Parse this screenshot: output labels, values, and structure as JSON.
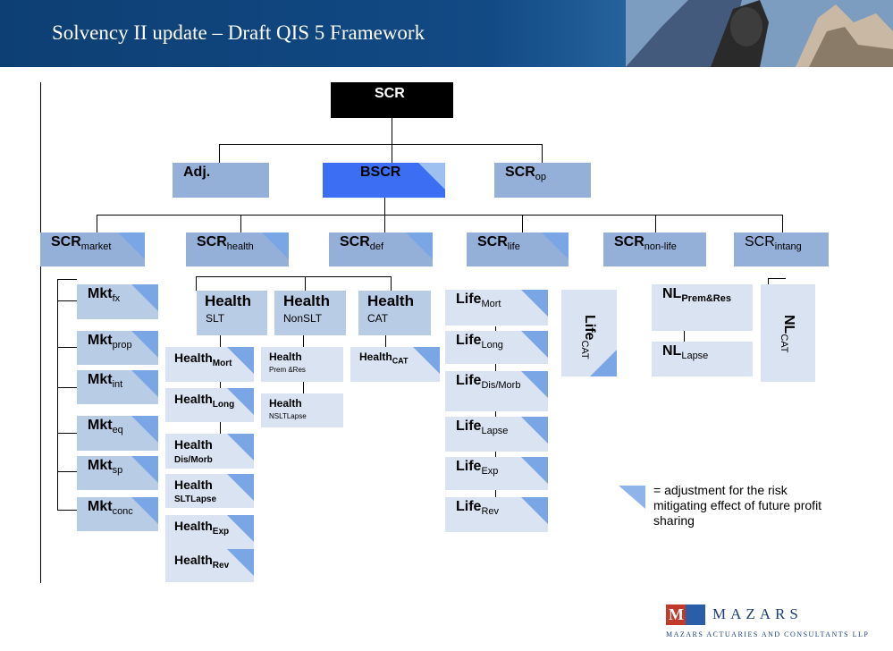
{
  "header": {
    "title": "Solvency II update – Draft QIS 5 Framework"
  },
  "nodes": {
    "scr": "SCR",
    "adj": "Adj.",
    "bscr": "BSCR",
    "scr_op": {
      "main": "SCR",
      "sub": "op"
    },
    "scr_market": {
      "main": "SCR",
      "sub": "market"
    },
    "scr_health": {
      "main": "SCR",
      "sub": "health"
    },
    "scr_def": {
      "main": "SCR",
      "sub": "def"
    },
    "scr_life": {
      "main": "SCR",
      "sub": "life"
    },
    "scr_nonlife": {
      "main": "SCR",
      "sub": "non-life"
    },
    "scr_intang": {
      "main": "SCR",
      "sub": "intang"
    },
    "mkt_fx": {
      "main": "Mkt",
      "sub": "fx"
    },
    "mkt_prop": {
      "main": "Mkt",
      "sub": "prop"
    },
    "mkt_int": {
      "main": "Mkt",
      "sub": "int"
    },
    "mkt_eq": {
      "main": "Mkt",
      "sub": "eq"
    },
    "mkt_sp": {
      "main": "Mkt",
      "sub": "sp"
    },
    "mkt_conc": {
      "main": "Mkt",
      "sub": "conc"
    },
    "health_slt": {
      "main": "Health",
      "sub": "SLT"
    },
    "health_nonslt": {
      "main": "Health",
      "sub": "NonSLT"
    },
    "health_cat": {
      "main": "Health",
      "sub": "CAT"
    },
    "health_mort": {
      "main": "Health",
      "sub": "Mort"
    },
    "health_long": {
      "main": "Health",
      "sub": "Long"
    },
    "health_dismorb": {
      "main": "Health",
      "sub": "Dis/Morb"
    },
    "health_sltlapse": {
      "main": "Health",
      "sub": "SLTLapse"
    },
    "health_exp": {
      "main": "Health",
      "sub": "Exp"
    },
    "health_rev": {
      "main": "Health",
      "sub": "Rev"
    },
    "health_premres": {
      "main": "Health",
      "sub": "Prem &Res"
    },
    "health_nsltlapse": {
      "main": "Health",
      "sub": "NSLTLapse"
    },
    "health_cat2": {
      "main": "Health",
      "sub": "CAT"
    },
    "life_mort": {
      "main": "Life",
      "sub": "Mort"
    },
    "life_long": {
      "main": "Life",
      "sub": "Long"
    },
    "life_dismorb": {
      "main": "Life",
      "sub": "Dis/Morb"
    },
    "life_lapse": {
      "main": "Life",
      "sub": "Lapse"
    },
    "life_exp": {
      "main": "Life",
      "sub": "Exp"
    },
    "life_rev": {
      "main": "Life",
      "sub": "Rev"
    },
    "life_cat": {
      "main": "Life",
      "sub": "CAT"
    },
    "nl_premres": {
      "main": "NL",
      "sub": "Prem&Res"
    },
    "nl_lapse": {
      "main": "NL",
      "sub": "Lapse"
    },
    "nl_cat": {
      "main": "NL",
      "sub": "CAT"
    }
  },
  "legend": {
    "text": "= adjustment for the risk mitigating effect of future profit sharing"
  },
  "logo": {
    "letter": "M",
    "word": "MAZARS",
    "tagline": "MAZARS ACTUARIES AND CONSULTANTS LLP"
  },
  "colors": {
    "header": "#124a85",
    "bscr": "#3b6ef2",
    "node": "#94b0d8",
    "adjustment_marker": "#7aa6e6"
  }
}
